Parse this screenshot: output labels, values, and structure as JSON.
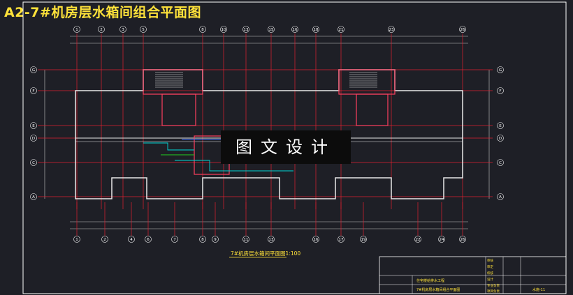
{
  "drawing_title": "A2-7#机房层水箱间组合平面图",
  "watermark_text": "图文设计",
  "plan_caption": "7#机房层水箱间平面图1:100",
  "colors": {
    "background": "#1e1f26",
    "title": "#ffe23a",
    "frame": "#ffffff",
    "grid_axis": "#e02030",
    "wall": "#e8e8e8",
    "room_outline": "#ff4060",
    "pipe_cyan": "#00d8d8",
    "pipe_green": "#20d020",
    "pipe_blue": "#4070ff",
    "dim_text": "#c8c8c8",
    "annotation": "#ffe23a"
  },
  "axes_top": [
    "1",
    "2",
    "3",
    "5",
    "8",
    "10",
    "13",
    "15",
    "16",
    "18",
    "21",
    "23",
    "26"
  ],
  "axes_bottom": [
    "1",
    "2",
    "4",
    "6",
    "7",
    "8",
    "9",
    "11",
    "13",
    "16",
    "17",
    "19",
    "22",
    "24",
    "26"
  ],
  "axes_left": [
    "G",
    "F",
    "E",
    "D",
    "C",
    "A"
  ],
  "axes_right": [
    "G",
    "F",
    "E",
    "D",
    "C",
    "A"
  ],
  "title_block_rows": [
    {
      "label": "审核",
      "value": ""
    },
    {
      "label": "审定",
      "value": ""
    },
    {
      "label": "校核",
      "value": ""
    },
    {
      "label": "设计",
      "value": ""
    },
    {
      "label": "专业负责",
      "value": ""
    },
    {
      "label": "项目负责",
      "value": ""
    }
  ],
  "title_block_project": "住宅楼给排水工程",
  "title_block_drawing": "7#机房层水箱间组合平面图",
  "title_block_no": "水施-11"
}
